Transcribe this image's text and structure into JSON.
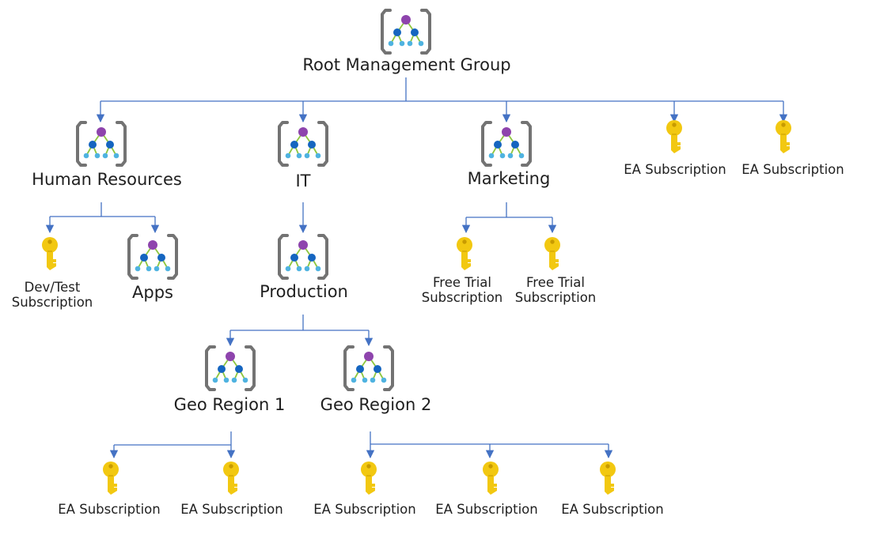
{
  "nodes": {
    "root": {
      "label": "Root Management Group"
    },
    "hr": {
      "label": "Human Resources"
    },
    "it": {
      "label": "IT"
    },
    "marketing": {
      "label": "Marketing"
    },
    "ea_root_1": {
      "label": "EA Subscription"
    },
    "ea_root_2": {
      "label": "EA Subscription"
    },
    "devtest": {
      "label_line1": "Dev/Test",
      "label_line2": "Subscription"
    },
    "apps": {
      "label": "Apps"
    },
    "production": {
      "label": "Production"
    },
    "free_trial_1": {
      "label_line1": "Free Trial",
      "label_line2": "Subscription"
    },
    "free_trial_2": {
      "label_line1": "Free Trial",
      "label_line2": "Subscription"
    },
    "geo1": {
      "label": "Geo Region 1"
    },
    "geo2": {
      "label": "Geo Region 2"
    },
    "ea_geo1_1": {
      "label": "EA Subscription"
    },
    "ea_geo1_2": {
      "label": "EA Subscription"
    },
    "ea_geo2_1": {
      "label": "EA Subscription"
    },
    "ea_geo2_2": {
      "label": "EA Subscription"
    },
    "ea_geo2_3": {
      "label": "EA Subscription"
    }
  },
  "icons": {
    "management_group": "management-group-icon",
    "subscription": "subscription-key-icon"
  },
  "colors": {
    "connector": "#4472c4",
    "bracket": "#737373",
    "node_top": "#8e44ad",
    "node_mid": "#1565c0",
    "node_leaf": "#4fb3e0",
    "node_edge": "#8dc63f",
    "key_gold": "#f2c811",
    "key_dark": "#c89b00"
  }
}
